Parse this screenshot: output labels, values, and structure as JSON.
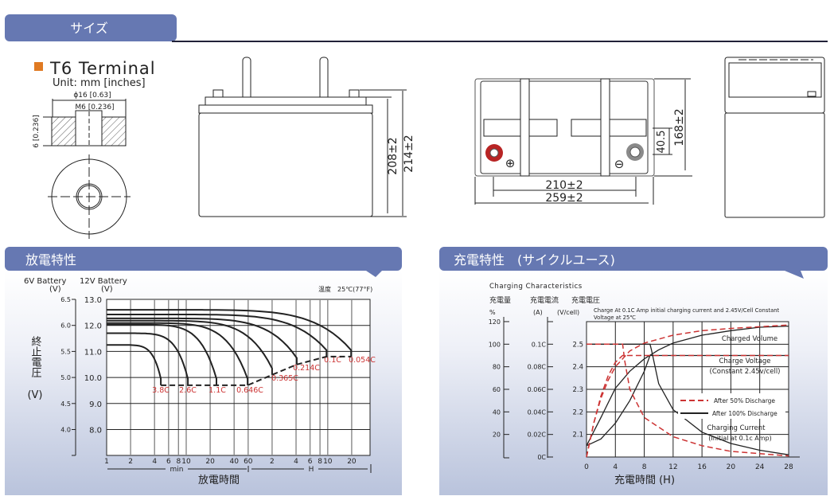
{
  "size_section": {
    "title": "サイズ"
  },
  "terminal": {
    "name": "T6 Terminal",
    "unit": "Unit: mm [inches]",
    "diameter": "ϕ16 [0.63]",
    "thread": "M6 [0.236]",
    "height": "6 [0.236]"
  },
  "front_view": {
    "dim_inner": "208±2",
    "dim_outer": "214±2"
  },
  "top_view": {
    "dim_length_inner": "210±2",
    "dim_length_outer": "259±2",
    "dim_width": "168±2",
    "dim_terminal": "40.5",
    "positive_symbol": "⊕",
    "negative_symbol": "⊖"
  },
  "colors": {
    "header": "#6678b2",
    "accent_orange": "#e07a22",
    "positive_terminal": "#b82424",
    "negative_terminal": "#8a8a8a",
    "label_red": "#cc3333",
    "panel_bottom": "#b9c3dc"
  },
  "discharge": {
    "title": "放電特性"
  },
  "charge": {
    "title": "充電特性　(サイクルユース)"
  },
  "chart_data": [
    {
      "type": "line",
      "title": "",
      "axis_6v_label": "6V Battery",
      "axis_12v_label": "12V Battery",
      "axis_unit": "(V)",
      "ylabel": "終止電圧",
      "ylabel_unit": "(V)",
      "xlabel": "放電時間",
      "note": "温度　25℃(77°F)",
      "x_scale": "log",
      "x_unit": "min",
      "xlim": [
        1,
        2040
      ],
      "ylim": [
        7,
        13
      ],
      "y_ticks_12v": [
        "13.0",
        "12.0",
        "11.0",
        "10.0",
        "9.0",
        "8.0"
      ],
      "y_ticks_6v": [
        "6.5",
        "6.0",
        "5.5",
        "5.0",
        "4.5",
        "4.0"
      ],
      "x_ticks": [
        {
          "t": 1,
          "label": "1"
        },
        {
          "t": 2,
          "label": "2"
        },
        {
          "t": 4,
          "label": "4"
        },
        {
          "t": 6,
          "label": "6"
        },
        {
          "t": 8,
          "label": "8"
        },
        {
          "t": 10,
          "label": "10"
        },
        {
          "t": 20,
          "label": "20"
        },
        {
          "t": 40,
          "label": "40"
        },
        {
          "t": 60,
          "label": "60"
        },
        {
          "t": 120,
          "label": "2"
        },
        {
          "t": 240,
          "label": "4"
        },
        {
          "t": 360,
          "label": "6"
        },
        {
          "t": 480,
          "label": "8"
        },
        {
          "t": 600,
          "label": "10"
        },
        {
          "t": 1200,
          "label": "20"
        }
      ],
      "range_labels": {
        "minutes": "min",
        "hours": "H"
      },
      "series": [
        {
          "name": "3.8C",
          "start_v": 11.25,
          "end_min": 4.8,
          "end_v": 9.7
        },
        {
          "name": "2.6C",
          "start_v": 11.7,
          "end_min": 10.5,
          "end_v": 9.7
        },
        {
          "name": "1.1C",
          "start_v": 12.03,
          "end_min": 24,
          "end_v": 9.7
        },
        {
          "name": "0.646C",
          "start_v": 12.09,
          "end_min": 59,
          "end_v": 9.7
        },
        {
          "name": "0.365C",
          "start_v": 12.18,
          "end_min": 120,
          "end_v": 10.1
        },
        {
          "name": "0.214C",
          "start_v": 12.27,
          "end_min": 245,
          "end_v": 10.5
        },
        {
          "name": "0.1C",
          "start_v": 12.42,
          "end_min": 580,
          "end_v": 10.8
        },
        {
          "name": "0.054C",
          "start_v": 12.6,
          "end_min": 1180,
          "end_v": 10.8
        }
      ],
      "end_voltage_line": [
        [
          4.8,
          9.7
        ],
        [
          59,
          9.7
        ],
        [
          120,
          10.1
        ],
        [
          245,
          10.5
        ],
        [
          580,
          10.8
        ],
        [
          1180,
          10.8
        ]
      ]
    },
    {
      "type": "line",
      "title": "Charging Characteristics",
      "axis_labels": {
        "volume": "充電量",
        "current": "充電電流",
        "voltage": "充電電圧"
      },
      "axis_units": {
        "volume": "%",
        "current": "(A)",
        "voltage": "(V/cell)"
      },
      "xlabel": "充電時間 (H)",
      "note_line1": "Charge At 0.1C Amp initial charging current and 2.45V/Cell Constant",
      "note_line2": "Voltage  at 25℃",
      "xlim": [
        0,
        28
      ],
      "x_ticks": [
        0,
        4,
        8,
        12,
        16,
        20,
        24,
        28
      ],
      "ylim_voltage": [
        2.0,
        2.6
      ],
      "ylim_volume": [
        0,
        120
      ],
      "ylim_current": [
        0,
        0.12
      ],
      "voltage_ticks": [
        {
          "v": 2.5,
          "label": "2.5"
        },
        {
          "v": 2.4,
          "label": "2.4"
        },
        {
          "v": 2.3,
          "label": "2.3"
        },
        {
          "v": 2.2,
          "label": "2.2"
        },
        {
          "v": 2.1,
          "label": "2.1"
        }
      ],
      "volume_ticks": [
        {
          "v": 120,
          "label": "120"
        },
        {
          "v": 100,
          "label": "100"
        },
        {
          "v": 80,
          "label": "80"
        },
        {
          "v": 60,
          "label": "60"
        },
        {
          "v": 40,
          "label": "40"
        },
        {
          "v": 20,
          "label": "20"
        }
      ],
      "current_ticks": [
        {
          "v": 0.1,
          "label": "0.1C"
        },
        {
          "v": 0.08,
          "label": "0.08C"
        },
        {
          "v": 0.06,
          "label": "0.06C"
        },
        {
          "v": 0.04,
          "label": "0.04C"
        },
        {
          "v": 0.02,
          "label": "0.02C"
        },
        {
          "v": 0,
          "label": "0C"
        }
      ],
      "curve_labels": {
        "volume": "Charged Volume",
        "voltage": "Charge Voltage",
        "voltage_sub": "(Constant 2.45v/cell)",
        "current": "Charging Current",
        "current_sub": "(Initial at 0.1c Amp)"
      },
      "legend": [
        {
          "name": "After 50% Discharge",
          "style": "dashed",
          "color": "#cc3333"
        },
        {
          "name": "After 100% Discharge",
          "style": "solid",
          "color": "#222222"
        }
      ],
      "series": [
        {
          "name": "volume-100",
          "axis": "volume",
          "style": "solid",
          "points": [
            [
              0,
              10
            ],
            [
              2,
              35
            ],
            [
              4,
              61
            ],
            [
              6,
              76
            ],
            [
              8,
              87
            ],
            [
              10,
              95
            ],
            [
              12,
              101
            ],
            [
              16,
              108
            ],
            [
              20,
              112
            ],
            [
              24,
              115
            ],
            [
              28,
              116
            ]
          ]
        },
        {
          "name": "voltage-100",
          "axis": "voltage",
          "style": "solid",
          "points": [
            [
              0,
              2.05
            ],
            [
              2,
              2.08
            ],
            [
              4,
              2.15
            ],
            [
              6,
              2.25
            ],
            [
              8,
              2.38
            ],
            [
              8.8,
              2.45
            ],
            [
              28,
              2.45
            ]
          ]
        },
        {
          "name": "current-100",
          "axis": "current",
          "style": "solid",
          "points": [
            [
              0,
              0.1
            ],
            [
              8.8,
              0.1
            ],
            [
              9,
              0.095
            ],
            [
              10,
              0.065
            ],
            [
              12,
              0.042
            ],
            [
              16,
              0.022
            ],
            [
              20,
              0.012
            ],
            [
              24,
              0.006
            ],
            [
              28,
              0.002
            ]
          ]
        },
        {
          "name": "volume-50",
          "axis": "volume",
          "style": "dashed",
          "points": [
            [
              0,
              0
            ],
            [
              1,
              30
            ],
            [
              2,
              52
            ],
            [
              3,
              68
            ],
            [
              4,
              80
            ],
            [
              6,
              94
            ],
            [
              8,
              101
            ],
            [
              12,
              108
            ],
            [
              16,
              112
            ],
            [
              20,
              114
            ],
            [
              28,
              117
            ]
          ]
        },
        {
          "name": "voltage-50",
          "axis": "voltage",
          "style": "dashed",
          "points": [
            [
              0,
              2.0
            ],
            [
              1,
              2.15
            ],
            [
              2,
              2.27
            ],
            [
              3,
              2.36
            ],
            [
              4,
              2.42
            ],
            [
              5,
              2.45
            ],
            [
              28,
              2.45
            ]
          ]
        },
        {
          "name": "current-50",
          "axis": "current",
          "style": "dashed",
          "points": [
            [
              0,
              0.1
            ],
            [
              5,
              0.1
            ],
            [
              5.3,
              0.085
            ],
            [
              6,
              0.06
            ],
            [
              8,
              0.035
            ],
            [
              12,
              0.018
            ],
            [
              16,
              0.01
            ],
            [
              20,
              0.005
            ],
            [
              28,
              0.001
            ]
          ]
        }
      ]
    }
  ]
}
